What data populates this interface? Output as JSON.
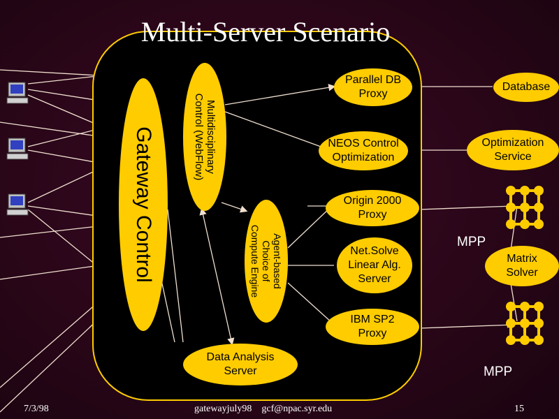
{
  "title": "Multi-Server Scenario",
  "gateway": {
    "label": "Gateway Control"
  },
  "webflow": {
    "label": "Multidisciplinary\nControl (WebFlow)"
  },
  "agent": {
    "label": "Agent-based\nChoice of\nCompute Engine"
  },
  "proxies": {
    "parallel_db": "Parallel DB\nProxy",
    "neos": "NEOS Control\nOptimization",
    "origin": "Origin 2000\nProxy",
    "netsolve": "Net.Solve\nLinear Alg.\nServer",
    "ibm": "IBM SP2\nProxy",
    "data_analysis": "Data Analysis\nServer"
  },
  "services": {
    "database": "Database",
    "optimization": "Optimization\nService",
    "matrix_solver": "Matrix\nSolver"
  },
  "mpp_labels": [
    "MPP",
    "MPP"
  ],
  "footer": {
    "date": "7/3/98",
    "center": "gatewayjuly98    gcf@npac.syr.edu",
    "page": "15"
  },
  "colors": {
    "background": "#2a0618",
    "node_fill": "#ffcc00",
    "panel_fill": "#000000",
    "line": "#f0e0d0"
  },
  "icons": [
    "computer-icon",
    "computer-icon",
    "computer-icon",
    "mpp-grid-icon",
    "mpp-grid-icon"
  ]
}
